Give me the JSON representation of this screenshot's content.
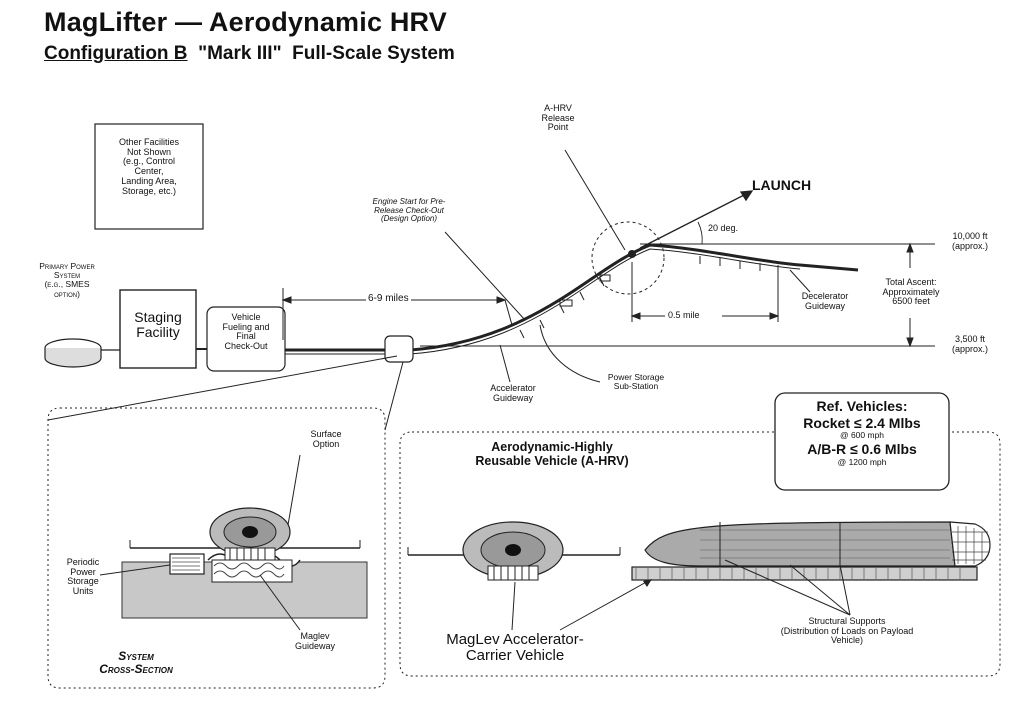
{
  "title": "MagLifter — Aerodynamic HRV",
  "subtitle": {
    "config": "Configuration B",
    "model": "\"Mark III\"",
    "rest": "Full-Scale System"
  },
  "labels": {
    "other_facilities": [
      "Other Facilities",
      "Not Shown",
      "(e.g., Control",
      "Center,",
      "Landing Area,",
      "Storage, etc.)"
    ],
    "primary_power": [
      "Primary Power",
      "System",
      "(e.g., SMES",
      "option)"
    ],
    "staging": [
      "Staging",
      "Facility"
    ],
    "fueling": [
      "Vehicle",
      "Fueling and",
      "Final",
      "Check-Out"
    ],
    "release_point": [
      "A-HRV",
      "Release",
      "Point"
    ],
    "launch": "LAUNCH",
    "engine_start": [
      "Engine Start for Pre-",
      "Release Check-Out",
      "(Design Option)"
    ],
    "angle": "20 deg.",
    "alt_high": [
      "10,000 ft",
      "(approx.)"
    ],
    "alt_low": [
      "3,500 ft",
      "(approx.)"
    ],
    "total_ascent": [
      "Total Ascent:",
      "Approximately",
      "6500 feet"
    ],
    "decelerator": [
      "Decelerator",
      "Guideway"
    ],
    "distance": "6-9 miles",
    "half_mile": "0.5 mile",
    "accelerator": [
      "Accelerator",
      "Guideway"
    ],
    "power_storage_sub": [
      "Power Storage",
      "Sub-Station"
    ],
    "surface_option": [
      "Surface",
      "Option"
    ],
    "periodic_storage": [
      "Periodic",
      "Power",
      "Storage",
      "Units"
    ],
    "maglev_guideway": [
      "Maglev",
      "Guideway"
    ],
    "system_cross_section": [
      "System",
      "Cross-Section"
    ],
    "ahrv_title": [
      "Aerodynamic-Highly",
      "Reusable Vehicle (A-HRV)"
    ],
    "ref_vehicles": {
      "heading": "Ref. Vehicles:",
      "rocket": "Rocket ≤ 2.4 Mlbs",
      "rocket_speed": "@ 600 mph",
      "abr": "A/B-R ≤ 0.6 Mlbs",
      "abr_speed": "@ 1200 mph"
    },
    "carrier": [
      "MagLev Accelerator-",
      "Carrier Vehicle"
    ],
    "structural": [
      "Structural Supports",
      "(Distribution of Loads on Payload",
      "Vehicle)"
    ]
  }
}
